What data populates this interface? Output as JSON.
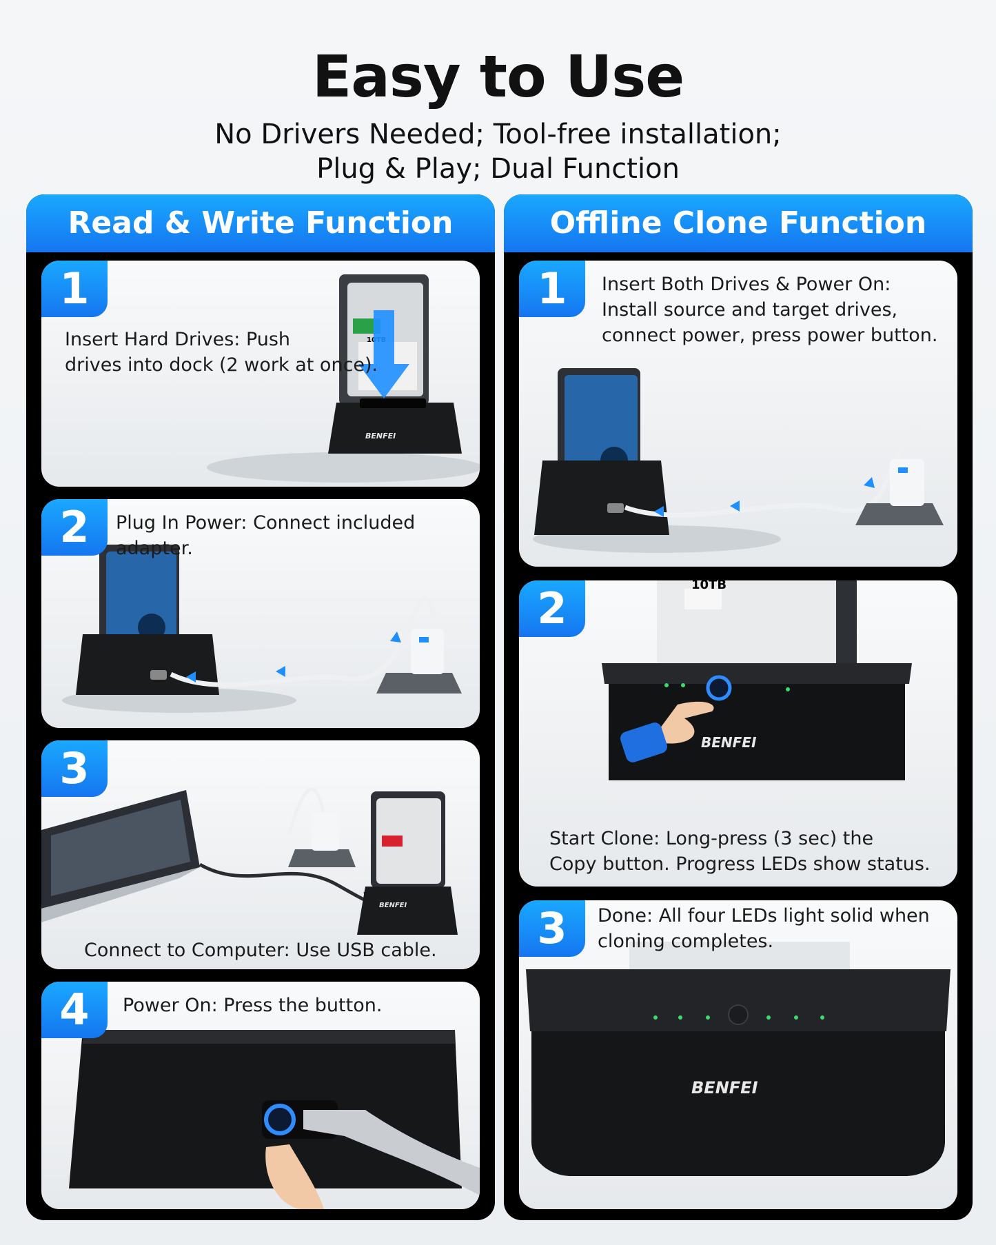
{
  "header": {
    "title": "Easy to Use",
    "subtitle_line1": "No Drivers Needed; Tool-free installation;",
    "subtitle_line2": "Plug & Play; Dual Function"
  },
  "left": {
    "title": "Read & Write Function",
    "steps": [
      {
        "number": "1",
        "text_line1": "Insert Hard Drives: Push",
        "text_line2": "drives into dock (2 work at once)."
      },
      {
        "number": "2",
        "text_line1": "Plug In Power: Connect included adapter."
      },
      {
        "number": "3",
        "text_line1": "Connect to Computer: Use USB cable."
      },
      {
        "number": "4",
        "text_line1": "Power On: Press the button."
      }
    ]
  },
  "right": {
    "title": "Offline Clone Function",
    "steps": [
      {
        "number": "1",
        "text_line1": "Insert Both Drives & Power On:",
        "text_line2": "Install source and target drives,",
        "text_line3": "connect power, press power button."
      },
      {
        "number": "2",
        "text_line1": "Start Clone: Long-press (3 sec) the",
        "text_line2": "Copy button. Progress LEDs show status."
      },
      {
        "number": "3",
        "text_line1": "Done: All four LEDs light solid when",
        "text_line2": "cloning completes."
      }
    ]
  },
  "product": {
    "brand": "BENFEI",
    "drive_capacity": "10TB"
  },
  "colors": {
    "accent": "#1576f0",
    "accent_light": "#1aa8ff",
    "led": "#3ddc6a",
    "dock": "#1a1b1d"
  }
}
